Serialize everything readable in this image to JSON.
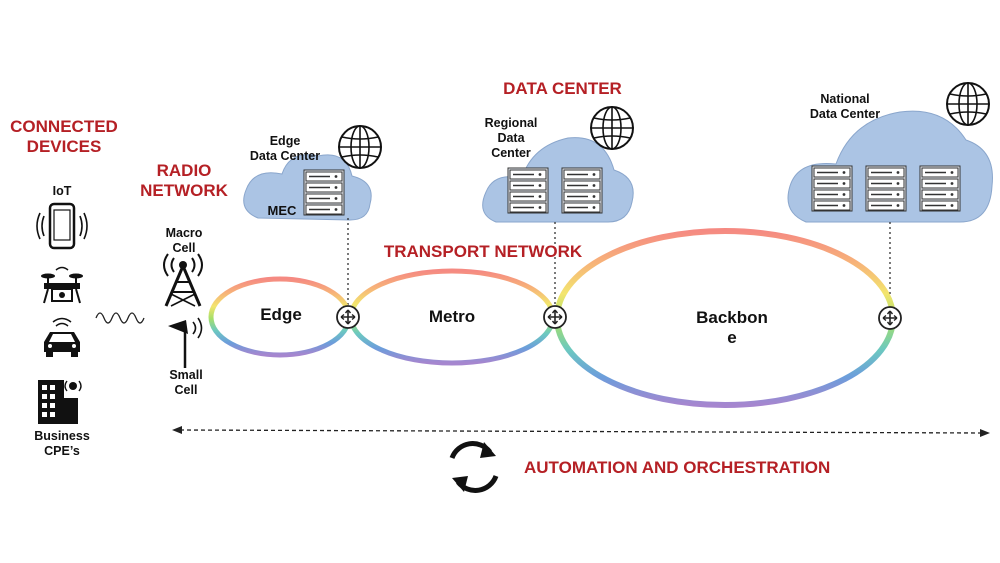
{
  "colors": {
    "accent_red": "#b52025",
    "cloud_fill": "#abc4e4",
    "cloud_stroke": "#8aa6cc",
    "text_dark": "#111111"
  },
  "sections": {
    "connected_devices_line1": "CONNECTED",
    "connected_devices_line2": "DEVICES",
    "radio_network_line1": "RADIO",
    "radio_network_line2": "NETWORK",
    "data_center": "DATA CENTER",
    "transport_network": "TRANSPORT NETWORK",
    "automation": "AUTOMATION AND ORCHESTRATION"
  },
  "devices": {
    "iot": "IoT",
    "business_line1": "Business",
    "business_line2": "CPE’s",
    "icons": [
      "smartphone-icon",
      "drone-icon",
      "car-icon",
      "building-icon"
    ]
  },
  "radio": {
    "macro_line1": "Macro",
    "macro_line2": "Cell",
    "small_line1": "Small",
    "small_line2": "Cell"
  },
  "data_centers": {
    "edge_line1": "Edge",
    "edge_line2": "Data Center",
    "mec": "MEC",
    "regional_line1": "Regional",
    "regional_line2": "Data",
    "regional_line3": "Center",
    "national_line1": "National",
    "national_line2": "Data Center"
  },
  "rings": {
    "edge": "Edge",
    "metro": "Metro",
    "backbone_line1": "Backbon",
    "backbone_line2": "e"
  }
}
